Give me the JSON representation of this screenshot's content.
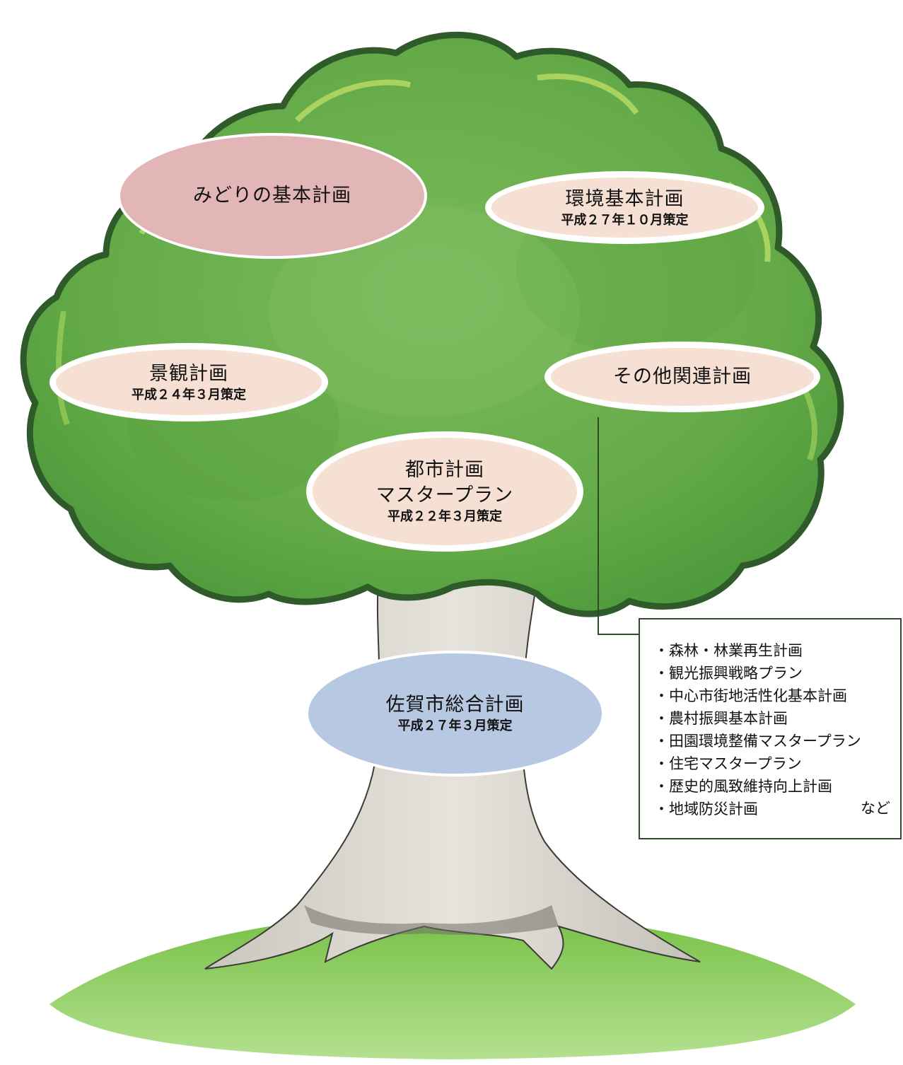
{
  "plans": {
    "midori": {
      "title": "みどりの基本計画"
    },
    "kankyo": {
      "title": "環境基本計画",
      "date": "平成２７年１０月策定"
    },
    "keikan": {
      "title": "景観計画",
      "date": "平成２４年３月策定"
    },
    "sonota": {
      "title": "その他関連計画"
    },
    "toshi": {
      "title_line1": "都市計画",
      "title_line2": "マスタープラン",
      "date": "平成２２年３月策定"
    },
    "sogo": {
      "title": "佐賀市総合計画",
      "date": "平成２７年３月策定"
    }
  },
  "related": {
    "items": [
      "・森林・林業再生計画",
      "・観光振興戦略プラン",
      "・中心市街地活性化基本計画",
      "・農村振興基本計画",
      "・田園環境整備マスタープラン",
      "・住宅マスタープラン",
      "・歴史的風致維持向上計画",
      "・地域防災計画"
    ],
    "etc": "など"
  },
  "colors": {
    "canopy": "#6cb04f",
    "canopy_light": "#8cc86a",
    "canopy_outline": "#2f5a2a",
    "trunk": "#d9d6cf",
    "ground": "#8fcf55",
    "midori_fill": "#e2b6b6",
    "plan_fill": "#f6e0d3",
    "sogo_fill": "#b7c9e2"
  }
}
